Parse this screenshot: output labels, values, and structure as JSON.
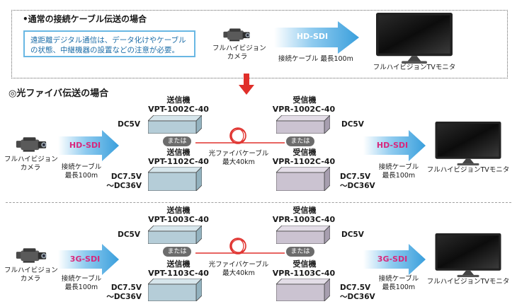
{
  "conventional": {
    "heading": "•通常の接続ケーブル伝送の場合",
    "note_line1": "遠距離デジタル通信は、データ化けやケーブル",
    "note_line2": "の状態、中継機器の設置などの注意が必要。",
    "camera_label_1": "フルハイビジョン",
    "camera_label_2": "カメラ",
    "signal": "HD-SDI",
    "cable_label": "接続ケーブル 最長100m",
    "monitor_label": "フルハイビジョンTVモニタ"
  },
  "optical_heading": "◎光ファイバ伝送の場合",
  "sections": [
    {
      "signal": "HD-SDI",
      "camera_label_1": "フルハイビジョン",
      "camera_label_2": "カメラ",
      "cable_label_1": "接続ケーブル",
      "cable_label_2": "最長100m",
      "monitor_label": "フルハイビジョンTVモニタ",
      "tx_title": "送信機",
      "tx_model_top": "VPT-1002C-40",
      "tx_model_bottom": "VPT-1102C-40",
      "rx_title": "受信機",
      "rx_model_top": "VPR-1002C-40",
      "rx_model_bottom": "VPR-1102C-40",
      "or_label": "または",
      "power_top": "DC5V",
      "power_bottom_1": "DC7.5V",
      "power_bottom_2": "～DC36V",
      "fiber_label_1": "光ファイバケーブル",
      "fiber_label_2": "最大40km"
    },
    {
      "signal": "3G-SDI",
      "camera_label_1": "フルハイビジョン",
      "camera_label_2": "カメラ",
      "cable_label_1": "接続ケーブル",
      "cable_label_2": "最長100m",
      "monitor_label": "フルハイビジョンTVモニタ",
      "tx_title": "送信機",
      "tx_model_top": "VPT-1003C-40",
      "tx_model_bottom": "VPT-1103C-40",
      "rx_title": "受信機",
      "rx_model_top": "VPR-1003C-40",
      "rx_model_bottom": "VPR-1103C-40",
      "or_label": "または",
      "power_top": "DC5V",
      "power_bottom_1": "DC7.5V",
      "power_bottom_2": "～DC36V",
      "fiber_label_1": "光ファイバケーブル",
      "fiber_label_2": "最大40km"
    }
  ],
  "icons": {
    "camera": "video-camera-icon",
    "monitor": "tv-monitor-icon",
    "signal_arrow": "signal-arrow-icon",
    "transition_arrow": "down-arrow-icon",
    "fiber": "fiber-coil-icon"
  },
  "colors": {
    "signal_arrow": "#5fb3e6",
    "signal_text": "#ffffff",
    "signal_text_alt": "#d8287d",
    "fiber": "#e0322e",
    "transmitter": "#b5cdd8",
    "receiver": "#cbc3d1",
    "note_border": "#69b7e3",
    "note_text": "#1e6ea8",
    "transition_arrow": "#e02f2a"
  }
}
